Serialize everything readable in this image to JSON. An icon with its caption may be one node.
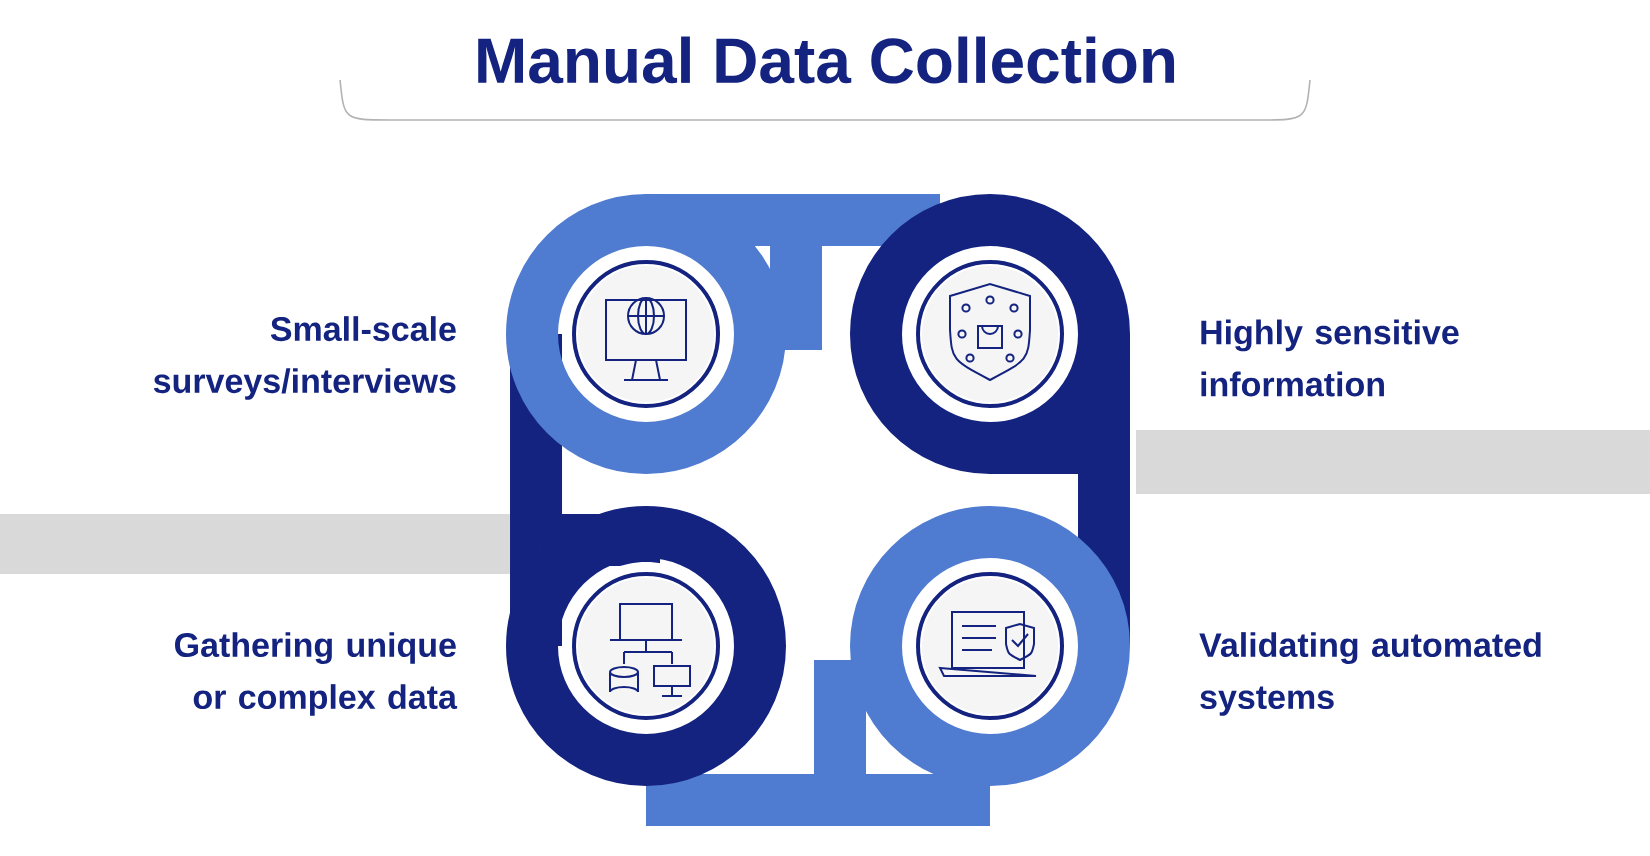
{
  "diagram": {
    "title": "Manual Data Collection",
    "labels": [
      "Small-scale surveys/interviews",
      "Highly sensitive information",
      "Gathering unique or complex data",
      "Validating automated systems"
    ]
  }
}
